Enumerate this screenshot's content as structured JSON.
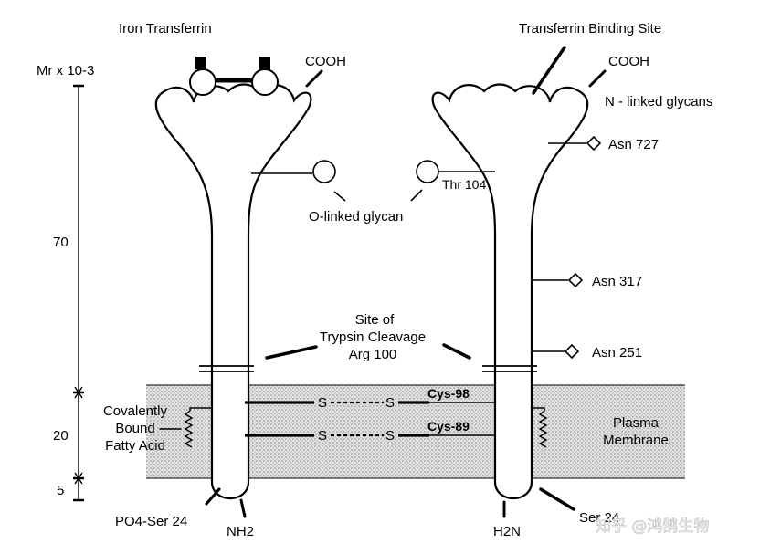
{
  "labels": {
    "iron_transferrin": "Iron Transferrin",
    "transferrin_binding_site": "Transferrin Binding Site",
    "cooh_left": "COOH",
    "cooh_right": "COOH",
    "n_linked_glycans": "N - linked glycans",
    "asn_727": "Asn 727",
    "asn_317": "Asn 317",
    "asn_251": "Asn 251",
    "thr_104": "Thr 104",
    "o_linked_glycan": "O-linked glycan",
    "trypsin_line1": "Site of",
    "trypsin_line2": "Trypsin Cleavage",
    "trypsin_line3": "Arg 100",
    "cys_98": "Cys-98",
    "cys_89": "Cys-89",
    "s": "S",
    "fatty_line1": "Covalently",
    "fatty_line2": "Bound",
    "fatty_line3": "Fatty Acid",
    "membrane_line1": "Plasma",
    "membrane_line2": "Membrane",
    "po4_ser_24": "PO4-Ser 24",
    "nh2": "NH2",
    "h2n": "H2N",
    "ser_24_right": "Ser 24",
    "watermark": "知乎 @鸿鹄生物"
  },
  "scale": {
    "title": "Mr x 10-3",
    "ticks": [
      "70",
      "20",
      "5"
    ]
  },
  "colors": {
    "ink": "#000000",
    "membrane_fill": "#d8d8d8",
    "background": "#ffffff"
  }
}
